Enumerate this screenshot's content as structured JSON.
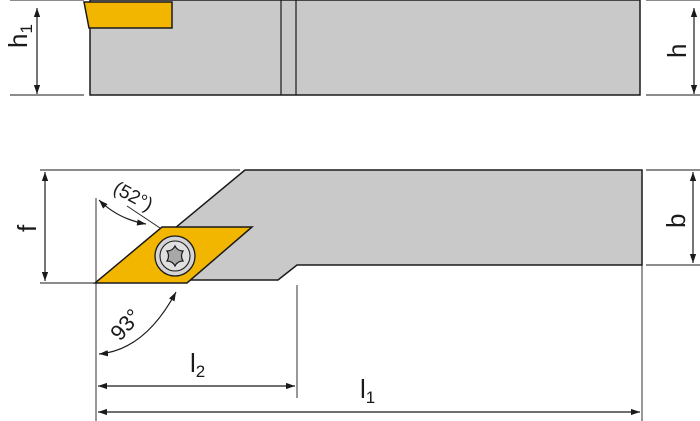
{
  "labels": {
    "h1_main": "h",
    "h1_sub": "1",
    "h": "h",
    "f": "f",
    "b": "b",
    "l1_main": "l",
    "l1_sub": "1",
    "l2_main": "l",
    "l2_sub": "2",
    "angle_lead": "(52°)",
    "angle_main": "93°"
  },
  "colors": {
    "body_fill": "#c9c9c9",
    "insert_fill": "#f2b600",
    "outline": "#1a1a1a",
    "dimension_line": "#1a1a1a"
  }
}
